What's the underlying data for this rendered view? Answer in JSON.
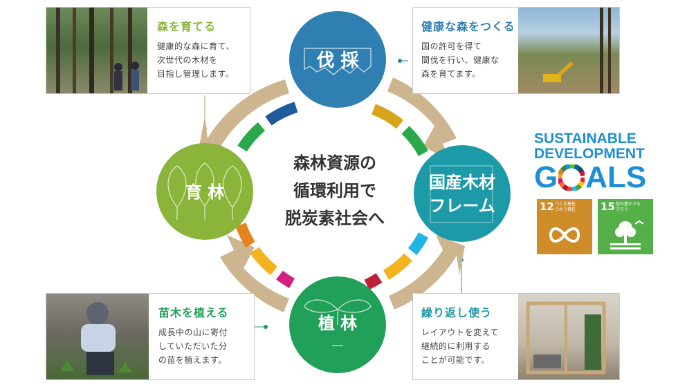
{
  "center": {
    "lines": [
      "森林資源の",
      "循環利用で",
      "脱炭素社会へ"
    ]
  },
  "nodes": {
    "harvest": {
      "label": "伐 採",
      "color": "#2f7fb3"
    },
    "frame": {
      "label_lines": [
        "国産木材",
        "フレーム"
      ],
      "color": "#1d9aa8"
    },
    "plant": {
      "label": "植 林",
      "color": "#21a05a"
    },
    "nurture": {
      "label": "育 林",
      "color": "#8bb43a"
    }
  },
  "cards": {
    "nurture": {
      "title": "森を育てる",
      "lines": [
        "健康的な森に育て、",
        "次世代の木材を",
        "目指し管理します。"
      ],
      "accent": "#8bb43a"
    },
    "harvest": {
      "title": "健康な森をつくる",
      "lines": [
        "国の許可を得て",
        "間伐を行い、健康な",
        "森を育てます。"
      ],
      "accent": "#2f7fb3"
    },
    "plant": {
      "title": "苗木を植える",
      "lines": [
        "成長中の山に寄付",
        "していただいた分",
        "の苗を植えます。"
      ],
      "accent": "#21a05a"
    },
    "reuse": {
      "title": "繰り返し使う",
      "lines": [
        "レイアウトを変えて",
        "継続的に利用する",
        "ことが可能です。"
      ],
      "accent": "#1d9aa8"
    }
  },
  "sdgs": {
    "line1": "SUSTAINABLE",
    "line2": "DEVELOPMENT",
    "line3_pre": "G",
    "line3_post": "ALS",
    "color": "#1e8fd6",
    "goal12": {
      "number": "12",
      "text1": "つくる責任",
      "text2": "つかう責任",
      "color": "#cf8d2a"
    },
    "goal15": {
      "number": "15",
      "text1": "陸の豊かさも",
      "text2": "守ろう",
      "color": "#56b04a"
    }
  }
}
